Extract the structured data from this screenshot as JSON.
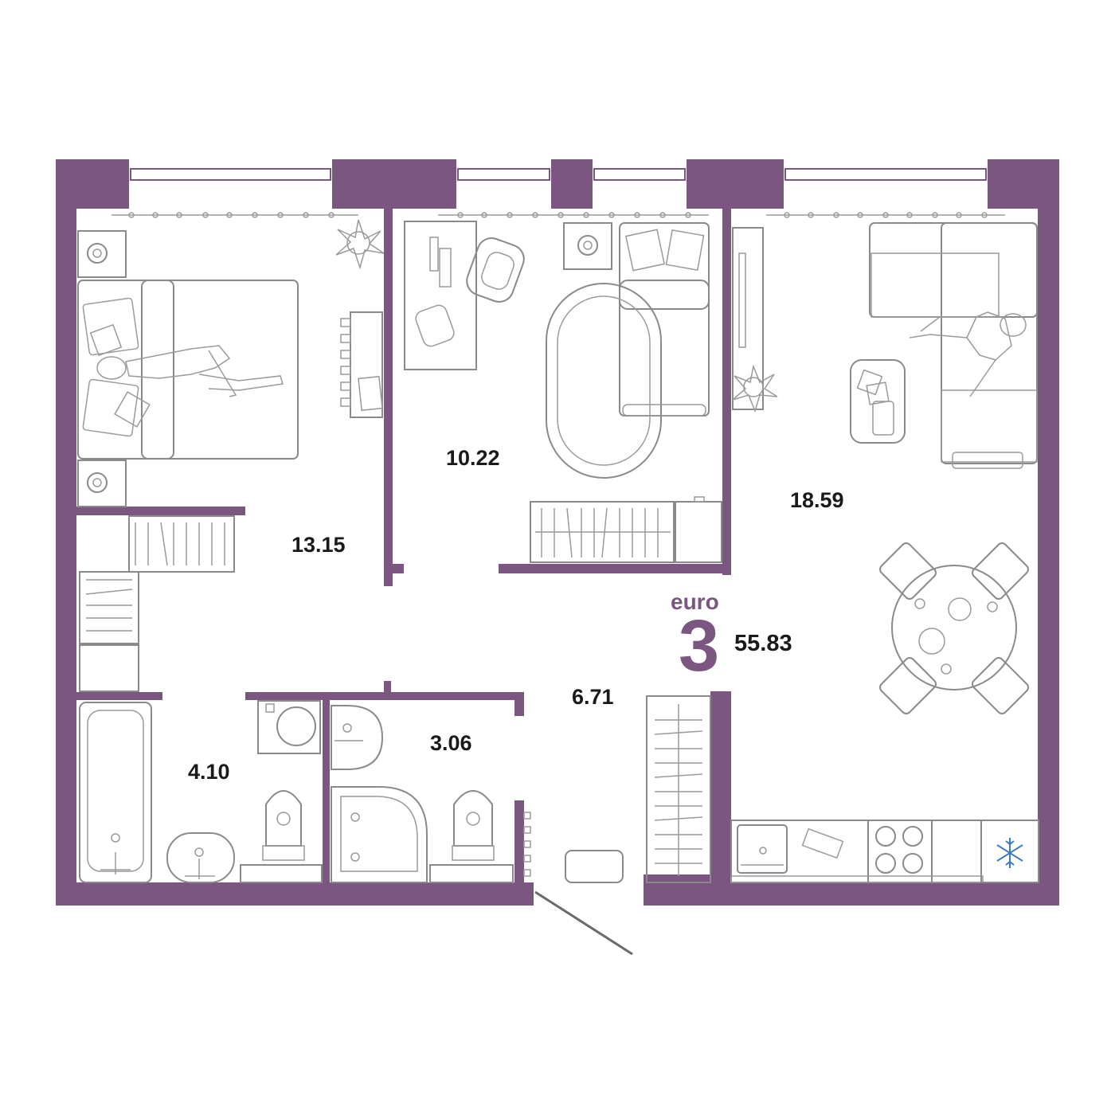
{
  "plan": {
    "type_label": "euro",
    "rooms_count": "3",
    "total_area": "55.83"
  },
  "rooms": {
    "bedroom_left": "13.15",
    "bedroom_middle": "10.22",
    "living_kitchen": "18.59",
    "hallway": "6.71",
    "bathroom": "4.10",
    "wc": "3.06"
  },
  "colors": {
    "wall": "#7b5680",
    "furniture": "#8a8a8a",
    "freezer_icon": "#3a78c8"
  },
  "icons": [
    "snowflake-icon",
    "plant-icon",
    "person-icon"
  ]
}
